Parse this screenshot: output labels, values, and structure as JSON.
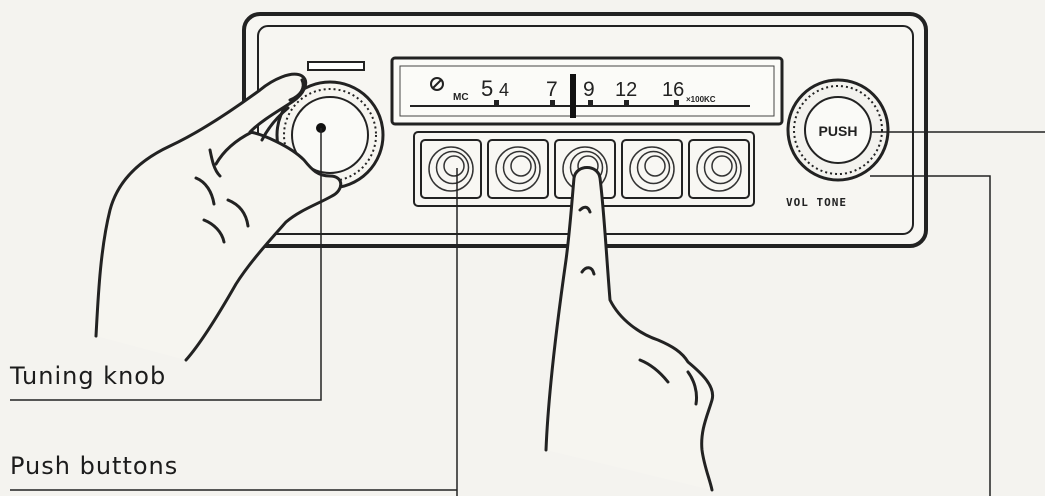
{
  "callouts": {
    "tuning_knob": "Tuning knob",
    "push_buttons": "Push buttons"
  },
  "dial": {
    "band": "MC",
    "scale": [
      "5",
      "4",
      "7",
      "9",
      "12",
      "16"
    ],
    "unit": "×100KC"
  },
  "controls": {
    "vol_tone": "VOL TONE",
    "push_label": "PUSH"
  },
  "push_button_count": 5
}
